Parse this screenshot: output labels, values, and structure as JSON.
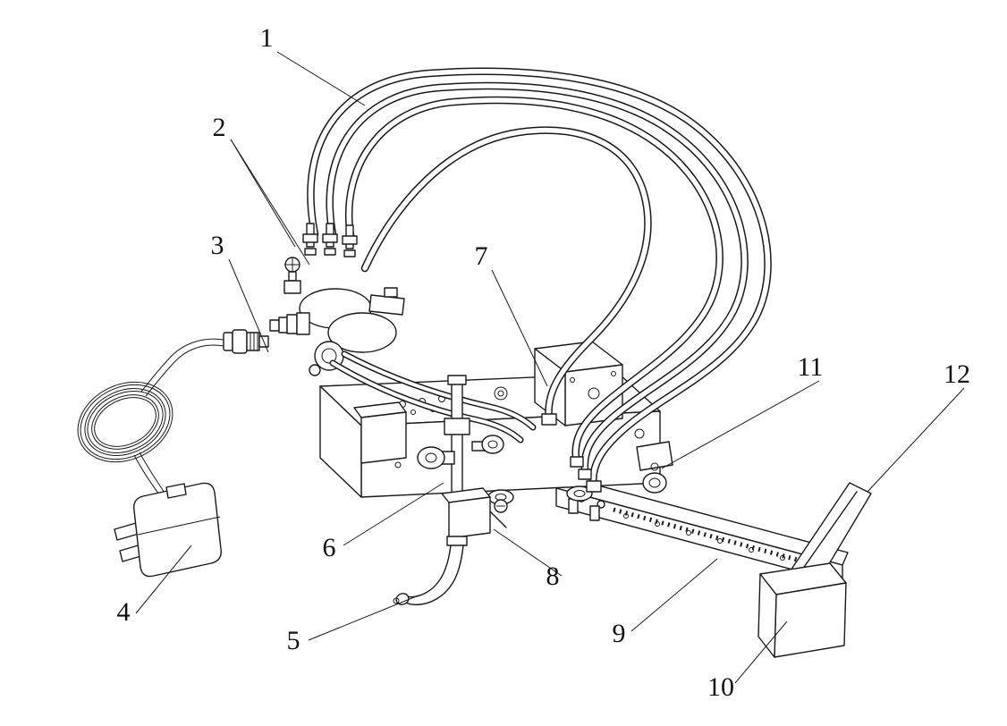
{
  "figure": {
    "kind": "technical-line-drawing",
    "background_color": "#ffffff",
    "line_color": "#1a1a1a"
  },
  "callouts": [
    {
      "label": "1",
      "part": "gas-supply-hoses"
    },
    {
      "label": "2",
      "part": "hose-connector-fittings"
    },
    {
      "label": "3",
      "part": "cable-connector"
    },
    {
      "label": "4",
      "part": "power-plug"
    },
    {
      "label": "5",
      "part": "cutting-torch"
    },
    {
      "label": "6",
      "part": "torch-lifting-rod"
    },
    {
      "label": "7",
      "part": "drive-housing"
    },
    {
      "label": "8",
      "part": "torch-holder-clamp"
    },
    {
      "label": "9",
      "part": "guide-rail"
    },
    {
      "label": "10",
      "part": "rail-end-box"
    },
    {
      "label": "11",
      "part": "carriage-wheel"
    },
    {
      "label": "12",
      "part": "guide-plate"
    }
  ]
}
